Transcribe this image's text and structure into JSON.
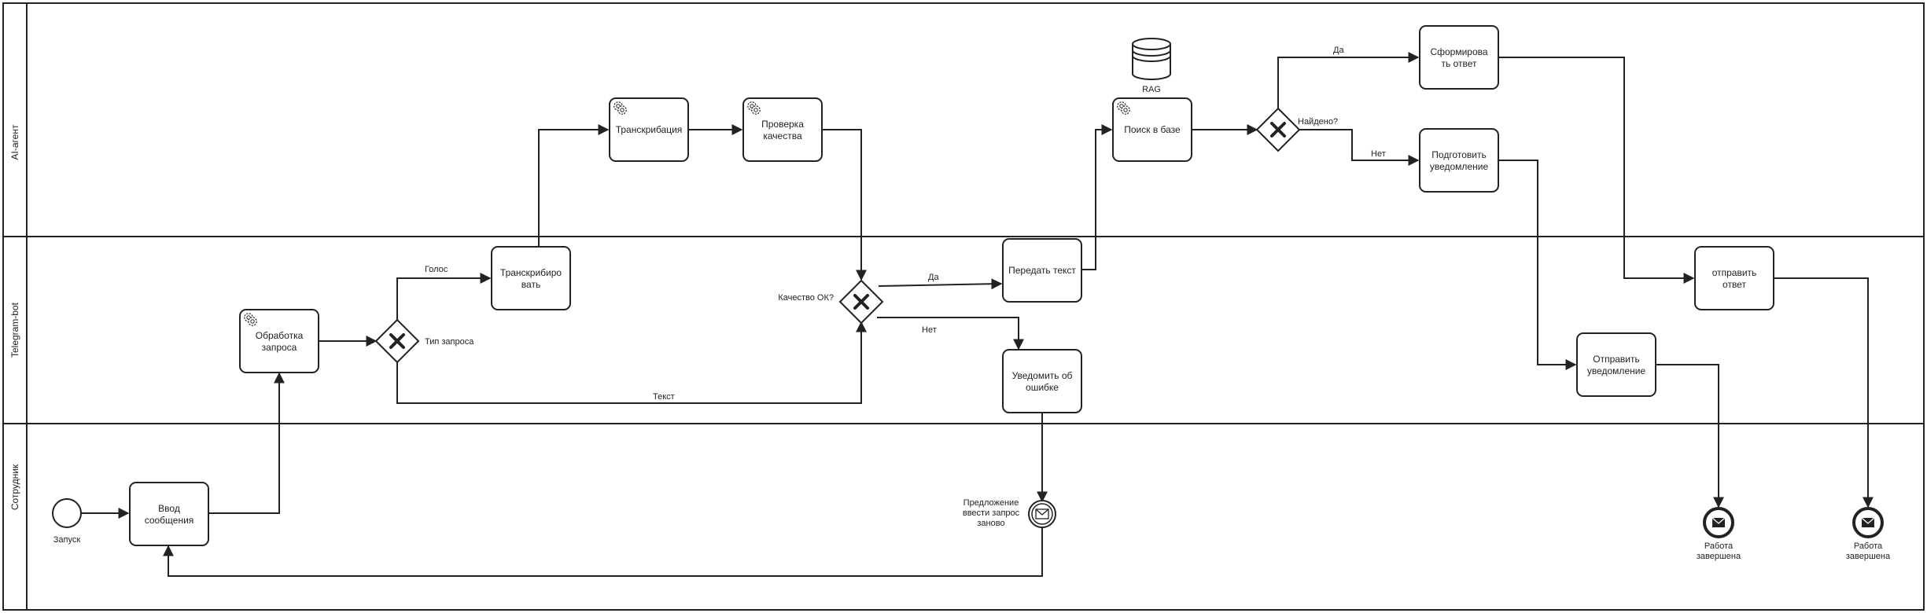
{
  "lanes": {
    "ai": "AI-агент",
    "bot": "Telegram-bot",
    "employee": "Сотрудник"
  },
  "tasks": {
    "vvod": [
      "Ввод",
      "сообщения"
    ],
    "obrabotka": [
      "Обработка",
      "запроса"
    ],
    "transkribirovat": [
      "Транскрибиро",
      "вать"
    ],
    "transkribaciya": [
      "Транскрибация"
    ],
    "proverka": [
      "Проверка",
      "качества"
    ],
    "peredat": [
      "Передать текст"
    ],
    "uvedomit": [
      "Уведомить об",
      "ошибке"
    ],
    "poisk": [
      "Поиск в базе"
    ],
    "sformirovat": [
      "Сформирова",
      "ть ответ"
    ],
    "podgotovit": [
      "Подготовить",
      "уведомление"
    ],
    "otpravit_otvet": [
      "отправить",
      "ответ"
    ],
    "otpravit_uved": [
      "Отправить",
      "уведомление"
    ]
  },
  "events": {
    "start": "Запуск",
    "message_event": [
      "Предложение",
      "ввести запрос",
      "заново"
    ],
    "end1": [
      "Работа",
      "завершена"
    ],
    "end2": [
      "Работа",
      "завершена"
    ]
  },
  "gateways": {
    "tip": "Тип запроса",
    "kachestvo": "Качество ОК?",
    "naideno": "Найдено?"
  },
  "flow_labels": {
    "golos": "Голос",
    "tekst": "Текст",
    "da1": "Да",
    "net1": "Нет",
    "da2": "Да",
    "net2": "Нет"
  },
  "datastore": "RAG",
  "icons": {
    "service_task": "gear-icon",
    "end_event": "envelope-icon",
    "intermediate_event": "envelope-icon",
    "gateway": "exclusive-x-icon",
    "data_store": "database-icon"
  },
  "colors": {
    "stroke": "#222222",
    "background": "#ffffff"
  }
}
